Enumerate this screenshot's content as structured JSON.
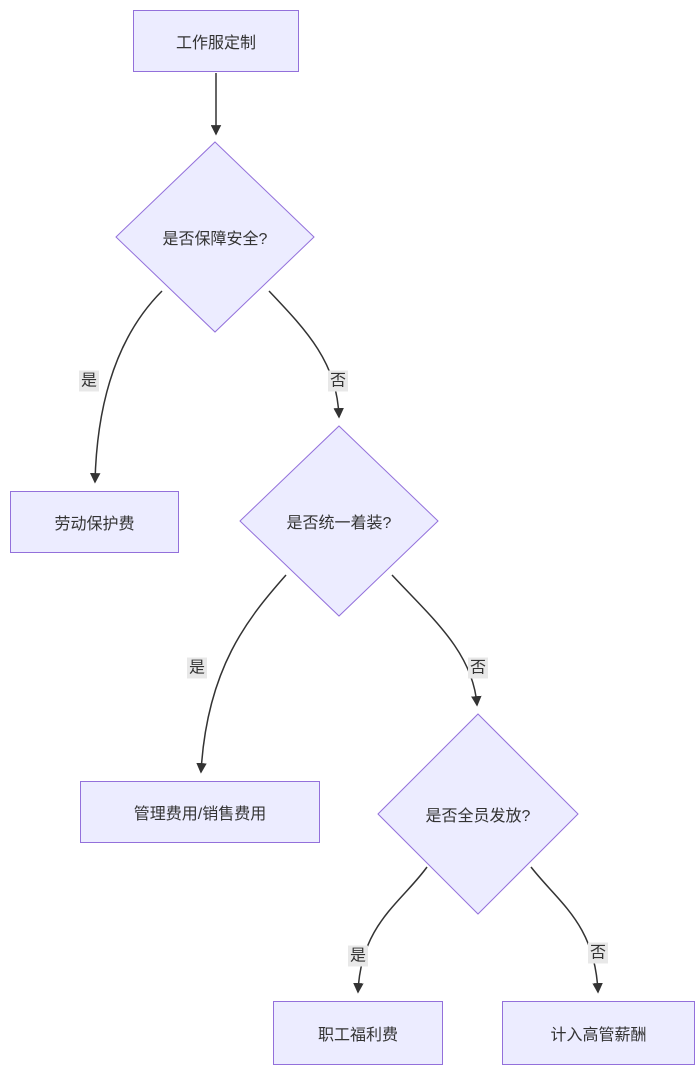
{
  "diagram": {
    "type": "flowchart-decision-tree",
    "direction": "top-down",
    "nodes": [
      {
        "id": "start",
        "shape": "rect",
        "label": "工作服定制"
      },
      {
        "id": "q1",
        "shape": "diamond",
        "label": "是否保障安全?"
      },
      {
        "id": "labor",
        "shape": "rect",
        "label": "劳动保护费"
      },
      {
        "id": "q2",
        "shape": "diamond",
        "label": "是否统一着装?"
      },
      {
        "id": "mgmt",
        "shape": "rect",
        "label": "管理费用/销售费用"
      },
      {
        "id": "q3",
        "shape": "diamond",
        "label": "是否全员发放?"
      },
      {
        "id": "welfare",
        "shape": "rect",
        "label": "职工福利费"
      },
      {
        "id": "exec",
        "shape": "rect",
        "label": "计入高管薪酬"
      }
    ],
    "edges": [
      {
        "from": "start",
        "to": "q1",
        "label": ""
      },
      {
        "from": "q1",
        "to": "labor",
        "label": "是"
      },
      {
        "from": "q1",
        "to": "q2",
        "label": "否"
      },
      {
        "from": "q2",
        "to": "mgmt",
        "label": "是"
      },
      {
        "from": "q2",
        "to": "q3",
        "label": "否"
      },
      {
        "from": "q3",
        "to": "welfare",
        "label": "是"
      },
      {
        "from": "q3",
        "to": "exec",
        "label": "否"
      }
    ],
    "colors": {
      "node_fill": "#ECECFF",
      "node_border": "#9370DB",
      "edge_line": "#333333",
      "edge_label_bg": "#e8e8e8",
      "text": "#333333",
      "background": "#ffffff"
    }
  }
}
